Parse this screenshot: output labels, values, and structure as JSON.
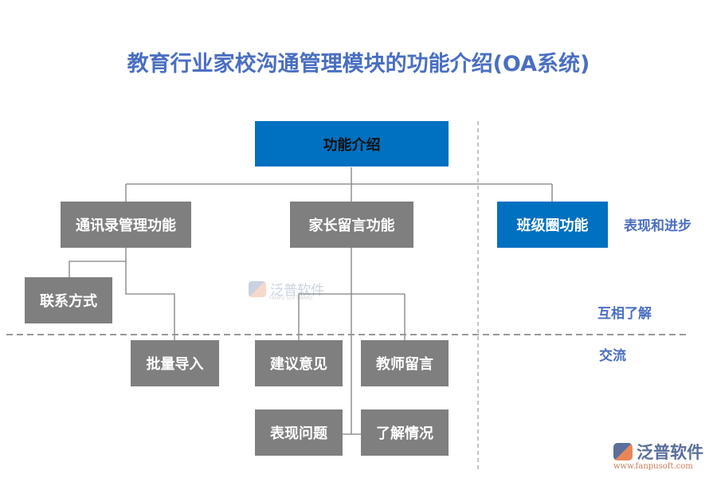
{
  "title": "教育行业家校沟通管理模块的功能介绍(OA系统)",
  "root": "功能介绍",
  "level1": [
    "通讯录管理功能",
    "家长留言功能",
    "班级圈功能"
  ],
  "contacts_children": [
    "联系方式",
    "批量导入"
  ],
  "message_children": [
    "建议意见",
    "教师留言",
    "表现问题",
    "了解情况"
  ],
  "side_labels": [
    "表现和进步",
    "互相了解",
    "交流"
  ],
  "watermark": {
    "cn": "泛普软件",
    "en": "FANPU SOFTWARE"
  },
  "logo": {
    "cn": "泛普软件",
    "url": "www.fanpusoft.com"
  },
  "colors": {
    "blue_box": "#0070c0",
    "gray_box": "#7f7f7f",
    "label": "#4a6fc1"
  }
}
